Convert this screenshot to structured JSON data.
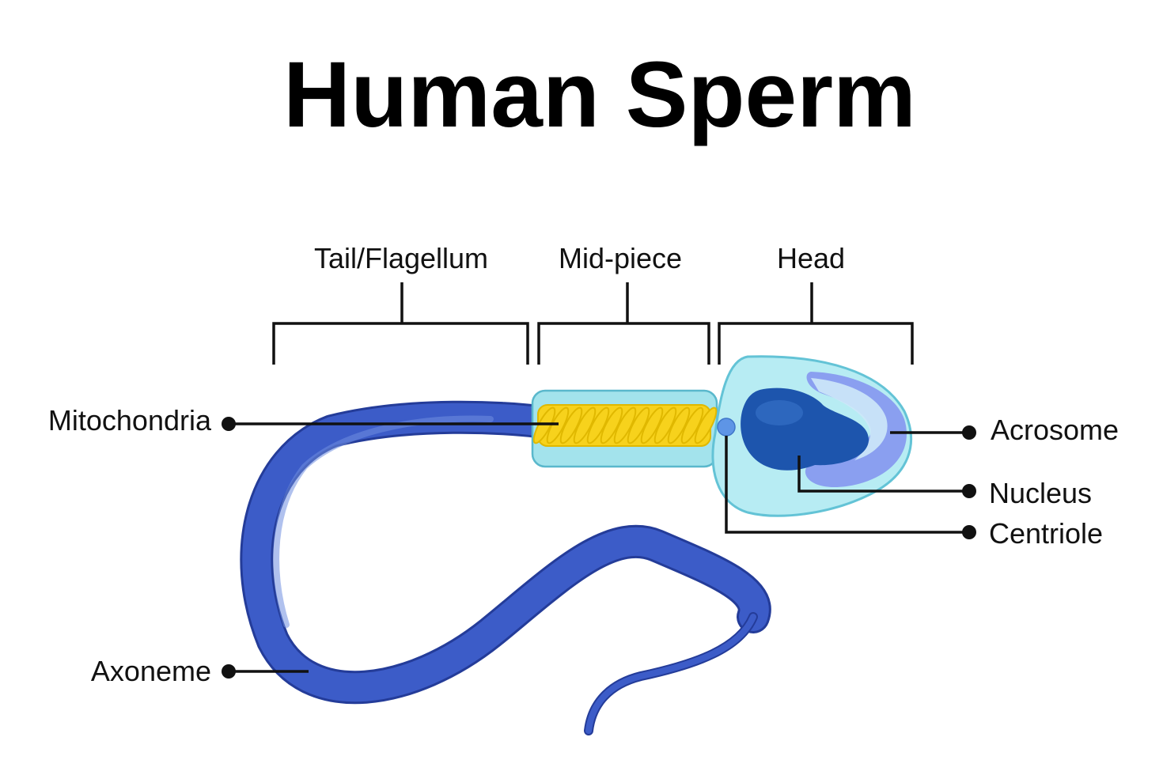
{
  "title": "Human Sperm",
  "sections": {
    "tail": "Tail/Flagellum",
    "midpiece": "Mid-piece",
    "head": "Head"
  },
  "labels": {
    "mitochondria": "Mitochondria",
    "axoneme": "Axoneme",
    "acrosome": "Acrosome",
    "nucleus": "Nucleus",
    "centriole": "Centriole"
  },
  "colors": {
    "tail_fill": "#3c5cc8",
    "tail_stroke": "#243c99",
    "midpiece_fill": "#a3e3ec",
    "midpiece_stroke": "#5ab8cc",
    "mitochondria_fill": "#f7d21c",
    "mitochondria_stroke": "#e0b800",
    "head_fill": "#b7ecf3",
    "head_stroke": "#63c3d6",
    "acrosome_fill": "#8a9ff0",
    "nucleus_fill": "#1d55ad",
    "centriole_fill": "#5e95e6"
  }
}
